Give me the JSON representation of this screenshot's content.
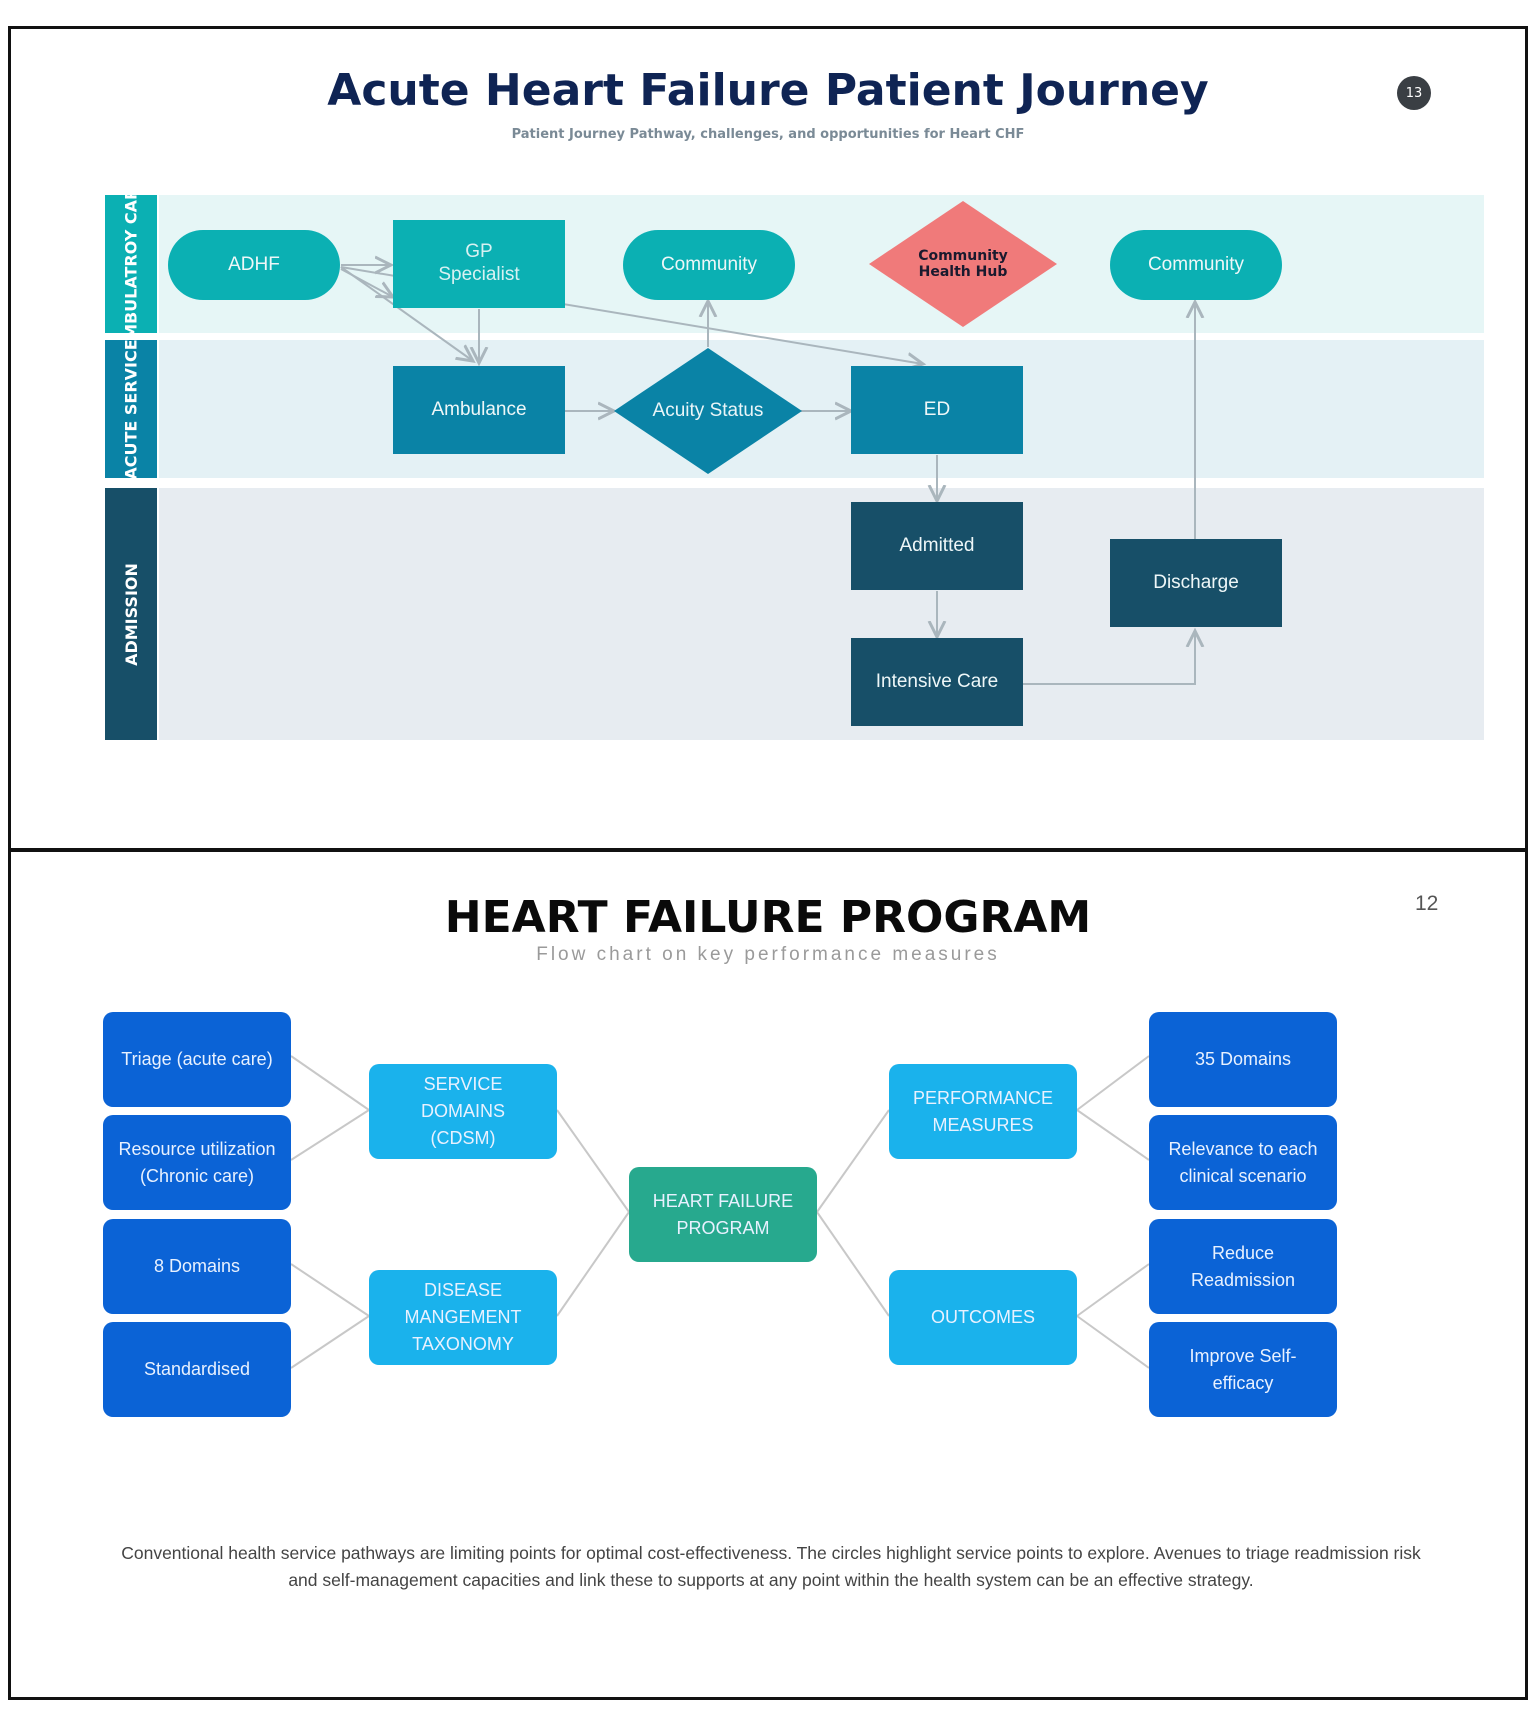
{
  "slide1": {
    "title": "Acute Heart Failure Patient Journey",
    "subtitle": "Patient Journey Pathway, challenges, and opportunities for Heart CHF",
    "page_badge": "13",
    "lanes": {
      "ambulatory": "AMBULATROY CARE",
      "acute": "ACUTE SERVICE",
      "admission": "ADMISSION"
    },
    "nodes": {
      "adhf": "ADHF",
      "gp": "GP Specialist",
      "community1": "Community",
      "hub": "Community Health Hub",
      "community2": "Community",
      "ambulance": "Ambulance",
      "acuity": "Acuity Status",
      "ed": "ED",
      "admitted": "Admitted",
      "discharge": "Discharge",
      "icu": "Intensive Care"
    },
    "colors": {
      "title": "#0f2454",
      "teal": "#0bb0b3",
      "blue": "#0a83a6",
      "dark": "#174f68",
      "hub": "#f07a7a",
      "lane_ambulatory": "#e6f6f6",
      "lane_acute": "#e4f1f5",
      "lane_admission": "#e7ecf1"
    }
  },
  "slide2": {
    "title": "HEART FAILURE PROGRAM",
    "subtitle": "Flow chart on key performance measures",
    "page_number": "12",
    "center": "HEART FAILURE PROGRAM",
    "left_hubs": {
      "service": "SERVICE DOMAINS (CDSM)",
      "disease": "DISEASE MANGEMENT TAXONOMY"
    },
    "left_leaves": {
      "triage": "Triage (acute care)",
      "resource": "Resource utilization (Chronic care)",
      "domains8": "8 Domains",
      "standardised": "Standardised"
    },
    "right_hubs": {
      "performance": "PERFORMANCE MEASURES",
      "outcomes": "OUTCOMES"
    },
    "right_leaves": {
      "domains35": "35 Domains",
      "relevance": "Relevance to each clinical scenario",
      "readmission": "Reduce Readmission",
      "selfefficacy": "Improve Self-efficacy"
    },
    "footer": "Conventional health service pathways are limiting points for optimal cost-effectiveness. The circles highlight service points to explore. Avenues to triage readmission risk and self-management capacities and link these to supports at any point within the health system can be an effective strategy.",
    "colors": {
      "leaf": "#0b63d6",
      "hub": "#1ab2ec",
      "center": "#27a98e",
      "line": "#c8c8c8"
    }
  }
}
